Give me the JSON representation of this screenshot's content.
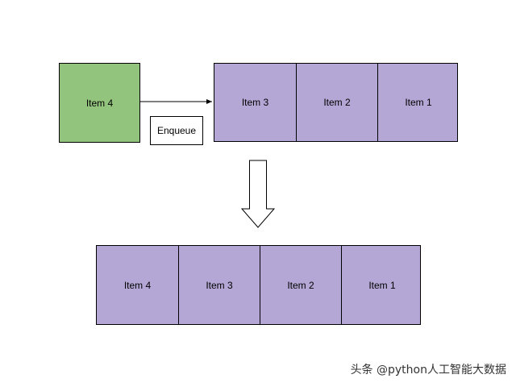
{
  "before": {
    "new_item": "Item 4",
    "queue": [
      "Item 3",
      "Item 2",
      "Item 1"
    ]
  },
  "operation": "Enqueue",
  "after": {
    "queue": [
      "Item 4",
      "Item 3",
      "Item 2",
      "Item 1"
    ]
  },
  "watermark": "头条 @python人工智能大数据",
  "colors": {
    "new_item_fill": "#93c47d",
    "queue_fill": "#b4a7d6",
    "outline": "#000000"
  }
}
